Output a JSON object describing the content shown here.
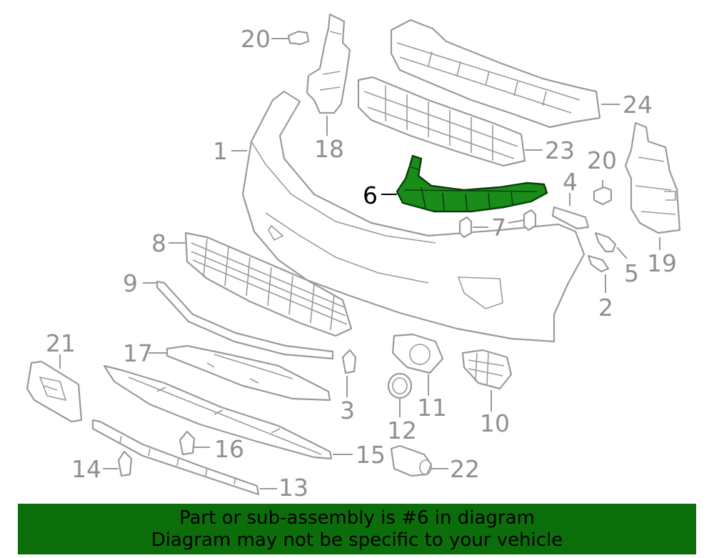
{
  "colors": {
    "highlight": "#1a8c1a",
    "banner_background": "#0b6e0b",
    "line_art": "#9a9a9a"
  },
  "highlighted_callout": "6",
  "callouts": {
    "c1": "1",
    "c2": "2",
    "c3": "3",
    "c4": "4",
    "c5": "5",
    "c6": "6",
    "c7": "7",
    "c8": "8",
    "c9": "9",
    "c10": "10",
    "c11": "11",
    "c12": "12",
    "c13": "13",
    "c14": "14",
    "c15": "15",
    "c16": "16",
    "c17": "17",
    "c18": "18",
    "c19": "19",
    "c20a": "20",
    "c20b": "20",
    "c21": "21",
    "c22": "22",
    "c23": "23",
    "c24": "24"
  },
  "banner": {
    "line1": "Part or sub-assembly is #6 in diagram",
    "line2": "Diagram may not be specific to your vehicle"
  }
}
